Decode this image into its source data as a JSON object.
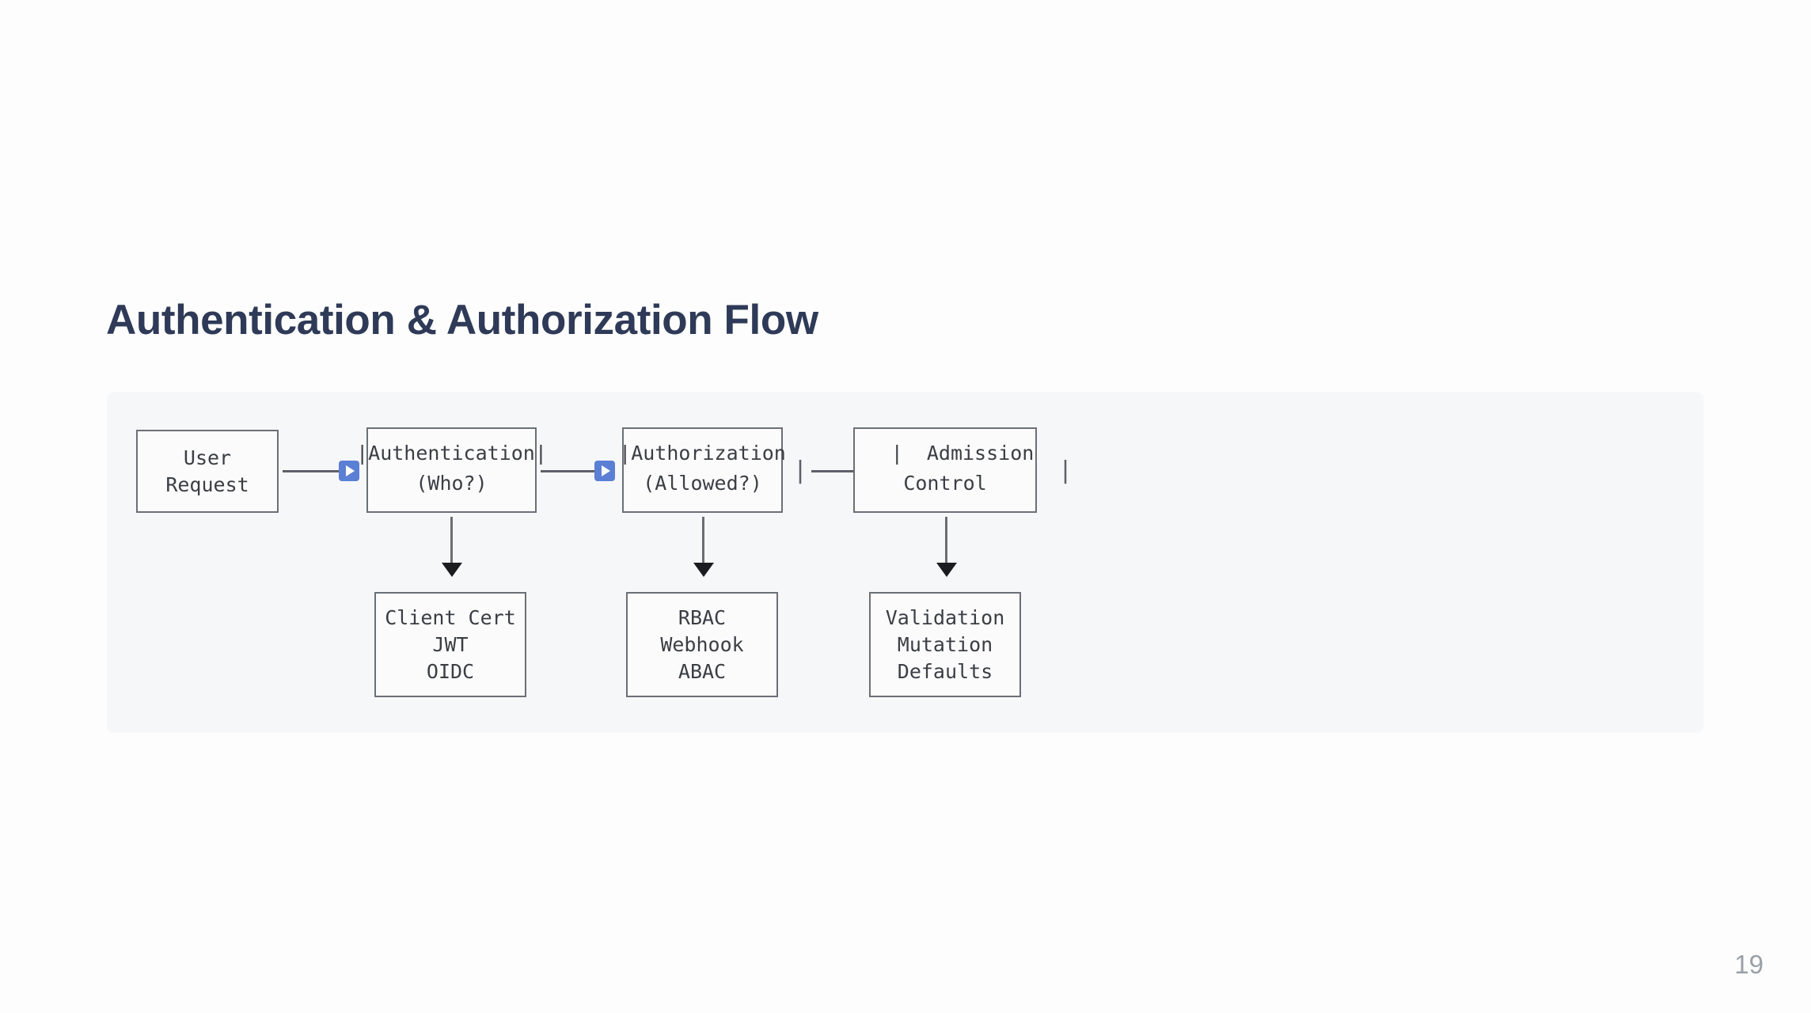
{
  "slide": {
    "title": "Authentication & Authorization Flow",
    "page_number": "19",
    "background_color": "#fdfdfe",
    "title_color": "#2e3a57",
    "panel_color": "#f6f7f9",
    "accent_color": "#5b7fd4"
  },
  "diagram": {
    "type": "flow",
    "flow_row": [
      {
        "id": "user-request",
        "lines": [
          "User",
          "Request"
        ],
        "left_pipe": "",
        "right_pipe": ""
      },
      {
        "id": "authentication",
        "lines": [
          "|Authentication|",
          "(Who?)"
        ],
        "left_pipe": "|",
        "right_pipe": "|"
      },
      {
        "id": "authorization",
        "lines": [
          "|Authorization",
          "(Allowed?)"
        ],
        "left_pipe": "|",
        "right_pipe": "|"
      },
      {
        "id": "admission-control",
        "lines": [
          "|  Admission",
          "Control"
        ],
        "left_pipe": "|",
        "right_pipe": "|"
      }
    ],
    "flow_box_text": {
      "user_request_l1": "User",
      "user_request_l2": "Request",
      "authentication_l1": "|Authentication|",
      "authentication_l2": "(Who?)",
      "authorization_l1": "|Authorization",
      "authorization_l2": "(Allowed?)",
      "admission_l1": "|  Admission",
      "admission_l2": "Control",
      "trailing_pipe": "|"
    },
    "detail_row": [
      {
        "id": "auth-methods",
        "lines": [
          "Client Cert",
          "JWT",
          "OIDC"
        ]
      },
      {
        "id": "authz-methods",
        "lines": [
          "RBAC",
          "Webhook",
          "ABAC"
        ]
      },
      {
        "id": "admission-methods",
        "lines": [
          "Validation",
          "Mutation",
          "Defaults"
        ]
      }
    ],
    "detail_box_text": {
      "auth_l1": "Client Cert",
      "auth_l2": "JWT",
      "auth_l3": "OIDC",
      "authz_l1": "RBAC",
      "authz_l2": "Webhook",
      "authz_l3": "ABAC",
      "admission_l1": "Validation",
      "admission_l2": "Mutation",
      "admission_l3": "Defaults"
    },
    "connectors": {
      "arrow_glyph": "play-triangle",
      "down_arrow_glyph": "solid-down-triangle"
    }
  }
}
